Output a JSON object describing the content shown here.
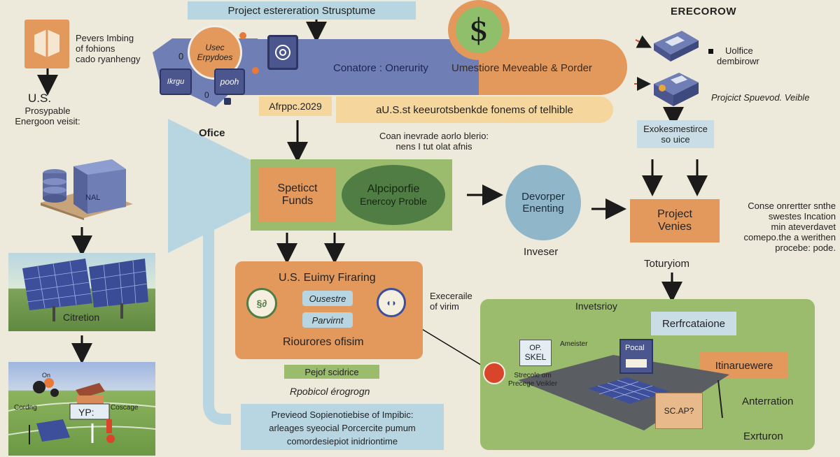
{
  "top": {
    "title_banner": "Project estereration Strusptume",
    "brand": "ERECOROW"
  },
  "left_column": {
    "top_text": [
      "Pevers Imbing",
      "of fohions",
      "cado ryanhengy"
    ],
    "us_label": "U.S.",
    "us_sub": [
      "Prosypable",
      "Energoon veisit:"
    ],
    "server_label": "NAL",
    "solar_label": "Citretion",
    "scene_labels": {
      "on": "On",
      "cording": "Cordng",
      "yp": "YP:",
      "coscage": "Coscage"
    }
  },
  "center_top": {
    "bubble_text": [
      "Usec",
      "Erpydoes"
    ],
    "bubble_zero": "0",
    "badge_left": "Ikrgu",
    "badge_right": "pooh",
    "badge_zero": "0",
    "bar_left_text": "Conatore : Onerurity",
    "bar_right_text": "Umestiore Meveable & Porder",
    "dollar": "$",
    "date_tag": "Afrppc.2029",
    "info_bar": "aU.S.st keeurotsbenkde fonems of telhible",
    "office": "Oficе",
    "note_lines": [
      "Coan inevrade aorlo blerio:",
      "nens I tut olat afnis"
    ]
  },
  "center_mid": {
    "funds": [
      "Speticct",
      "Funds"
    ],
    "problem": [
      "Alpciporfie",
      "Enercoy Proble"
    ],
    "developer": [
      "Devorper",
      "Enenting"
    ],
    "investor_label": "Inveser",
    "project_box": [
      "Project",
      "Venies"
    ]
  },
  "financing": {
    "title": "U.S. Euimy Firaring",
    "pill1": "Ousestre",
    "pill2": "Parvirnt",
    "footer": "Riourores ofisim",
    "side_note": [
      "Execeraile",
      "of virim"
    ],
    "green_tag": "Pejof scidrice",
    "italic_tag": "Rpobicol érogrogn"
  },
  "bottom_note": [
    "Previeod Sopienotiebise of Impibic:",
    "arleages syeocial Porcercite pumum",
    "comordesiepiot inidriontime"
  ],
  "right_column": {
    "top_right_text": [
      "Uolfice",
      "dembirowr"
    ],
    "project_sp": "Projcict Spuevod. Veible",
    "exchange": [
      "Exokesmestirce",
      "so uice"
    ],
    "side_paragraph": [
      "Conse onrertter snthe",
      "swestes Incation",
      "min ateverdavet",
      "comepo.the a werithen",
      "procebe: pode."
    ],
    "totury": "Toturyiom"
  },
  "bottom_right": {
    "investsrioy": "Invetsrioy",
    "refr": "Rerfrcataione",
    "itin": "Itinaruewere",
    "ameister": "Ameister",
    "sign": [
      "OP.",
      "SKEL"
    ],
    "strecode": [
      "Strecole om",
      "Precege Veikler"
    ],
    "pocal": "Pocal",
    "scbox": "SC.AP?",
    "anteration": "Anterration",
    "exrturon": "Exrturon"
  },
  "colors": {
    "background": "#eeeadb",
    "bar_blue": "#6f7fb6",
    "orange": "#e3995c",
    "green_panel": "#9bbb6d",
    "light_blue": "#b8d6e1",
    "teal_circle": "#8fb7c9",
    "dark_green": "#4f7d44"
  }
}
